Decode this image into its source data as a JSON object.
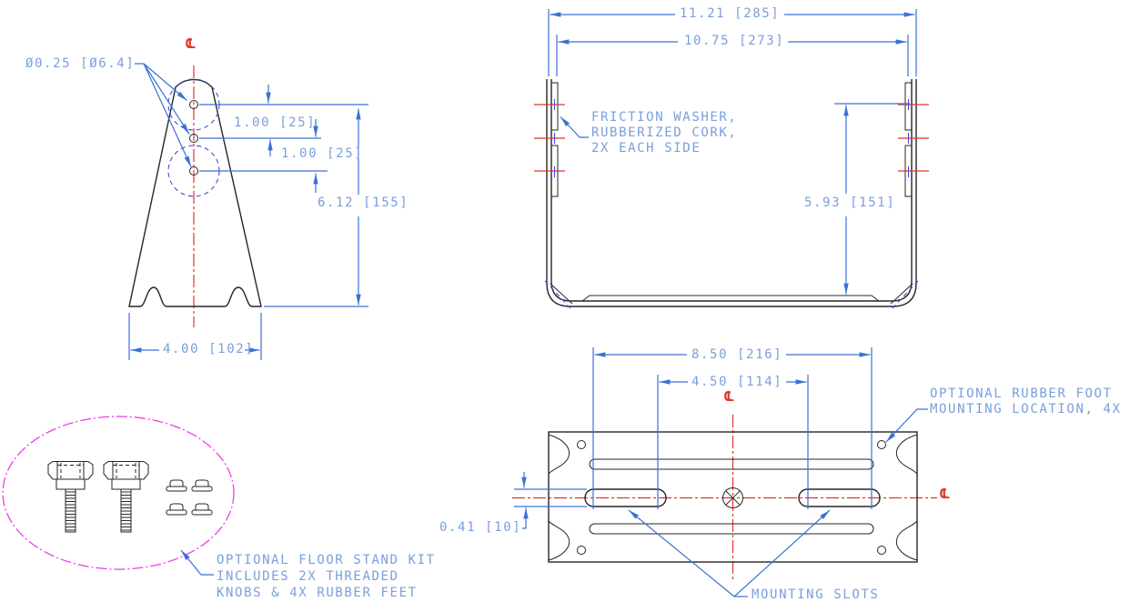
{
  "colors": {
    "geometry": "#262626",
    "dimension": "#3A72D4",
    "dim_text": "#7A9EDC",
    "centerline_red": "#E03528",
    "phantom_blue": "#4646E0",
    "kit_magenta": "#EC3DEC",
    "background": "#FFFFFF"
  },
  "side_view": {
    "hole_diameter": "Ø0.25 [Ø6.4]",
    "hole_spacing_top": "1.00 [25]",
    "hole_spacing_bottom": "1.00 [25]",
    "overall_height": "6.12 [155]",
    "base_width": "4.00 [102]",
    "centerline_symbol": "CL"
  },
  "front_view": {
    "overall_width": "11.21 [285]",
    "inner_width": "10.75 [273]",
    "inner_height": "5.93 [151]",
    "washer_note_line1": "FRICTION WASHER,",
    "washer_note_line2": "RUBBERIZED CORK,",
    "washer_note_line3": "2X EACH SIDE"
  },
  "top_view": {
    "slot_span_outer": "8.50 [216]",
    "slot_span_inner": "4.50 [114]",
    "slot_width": "0.41 [10]",
    "foot_note_line1": "OPTIONAL RUBBER FOOT",
    "foot_note_line2": "MOUNTING LOCATION, 4X",
    "slots_label": "MOUNTING SLOTS",
    "centerline_symbol_top": "CL",
    "centerline_symbol_right": "CL"
  },
  "kit": {
    "note_line1": "OPTIONAL FLOOR STAND KIT",
    "note_line2": "INCLUDES 2X THREADED",
    "note_line3": "KNOBS & 4X RUBBER FEET"
  }
}
